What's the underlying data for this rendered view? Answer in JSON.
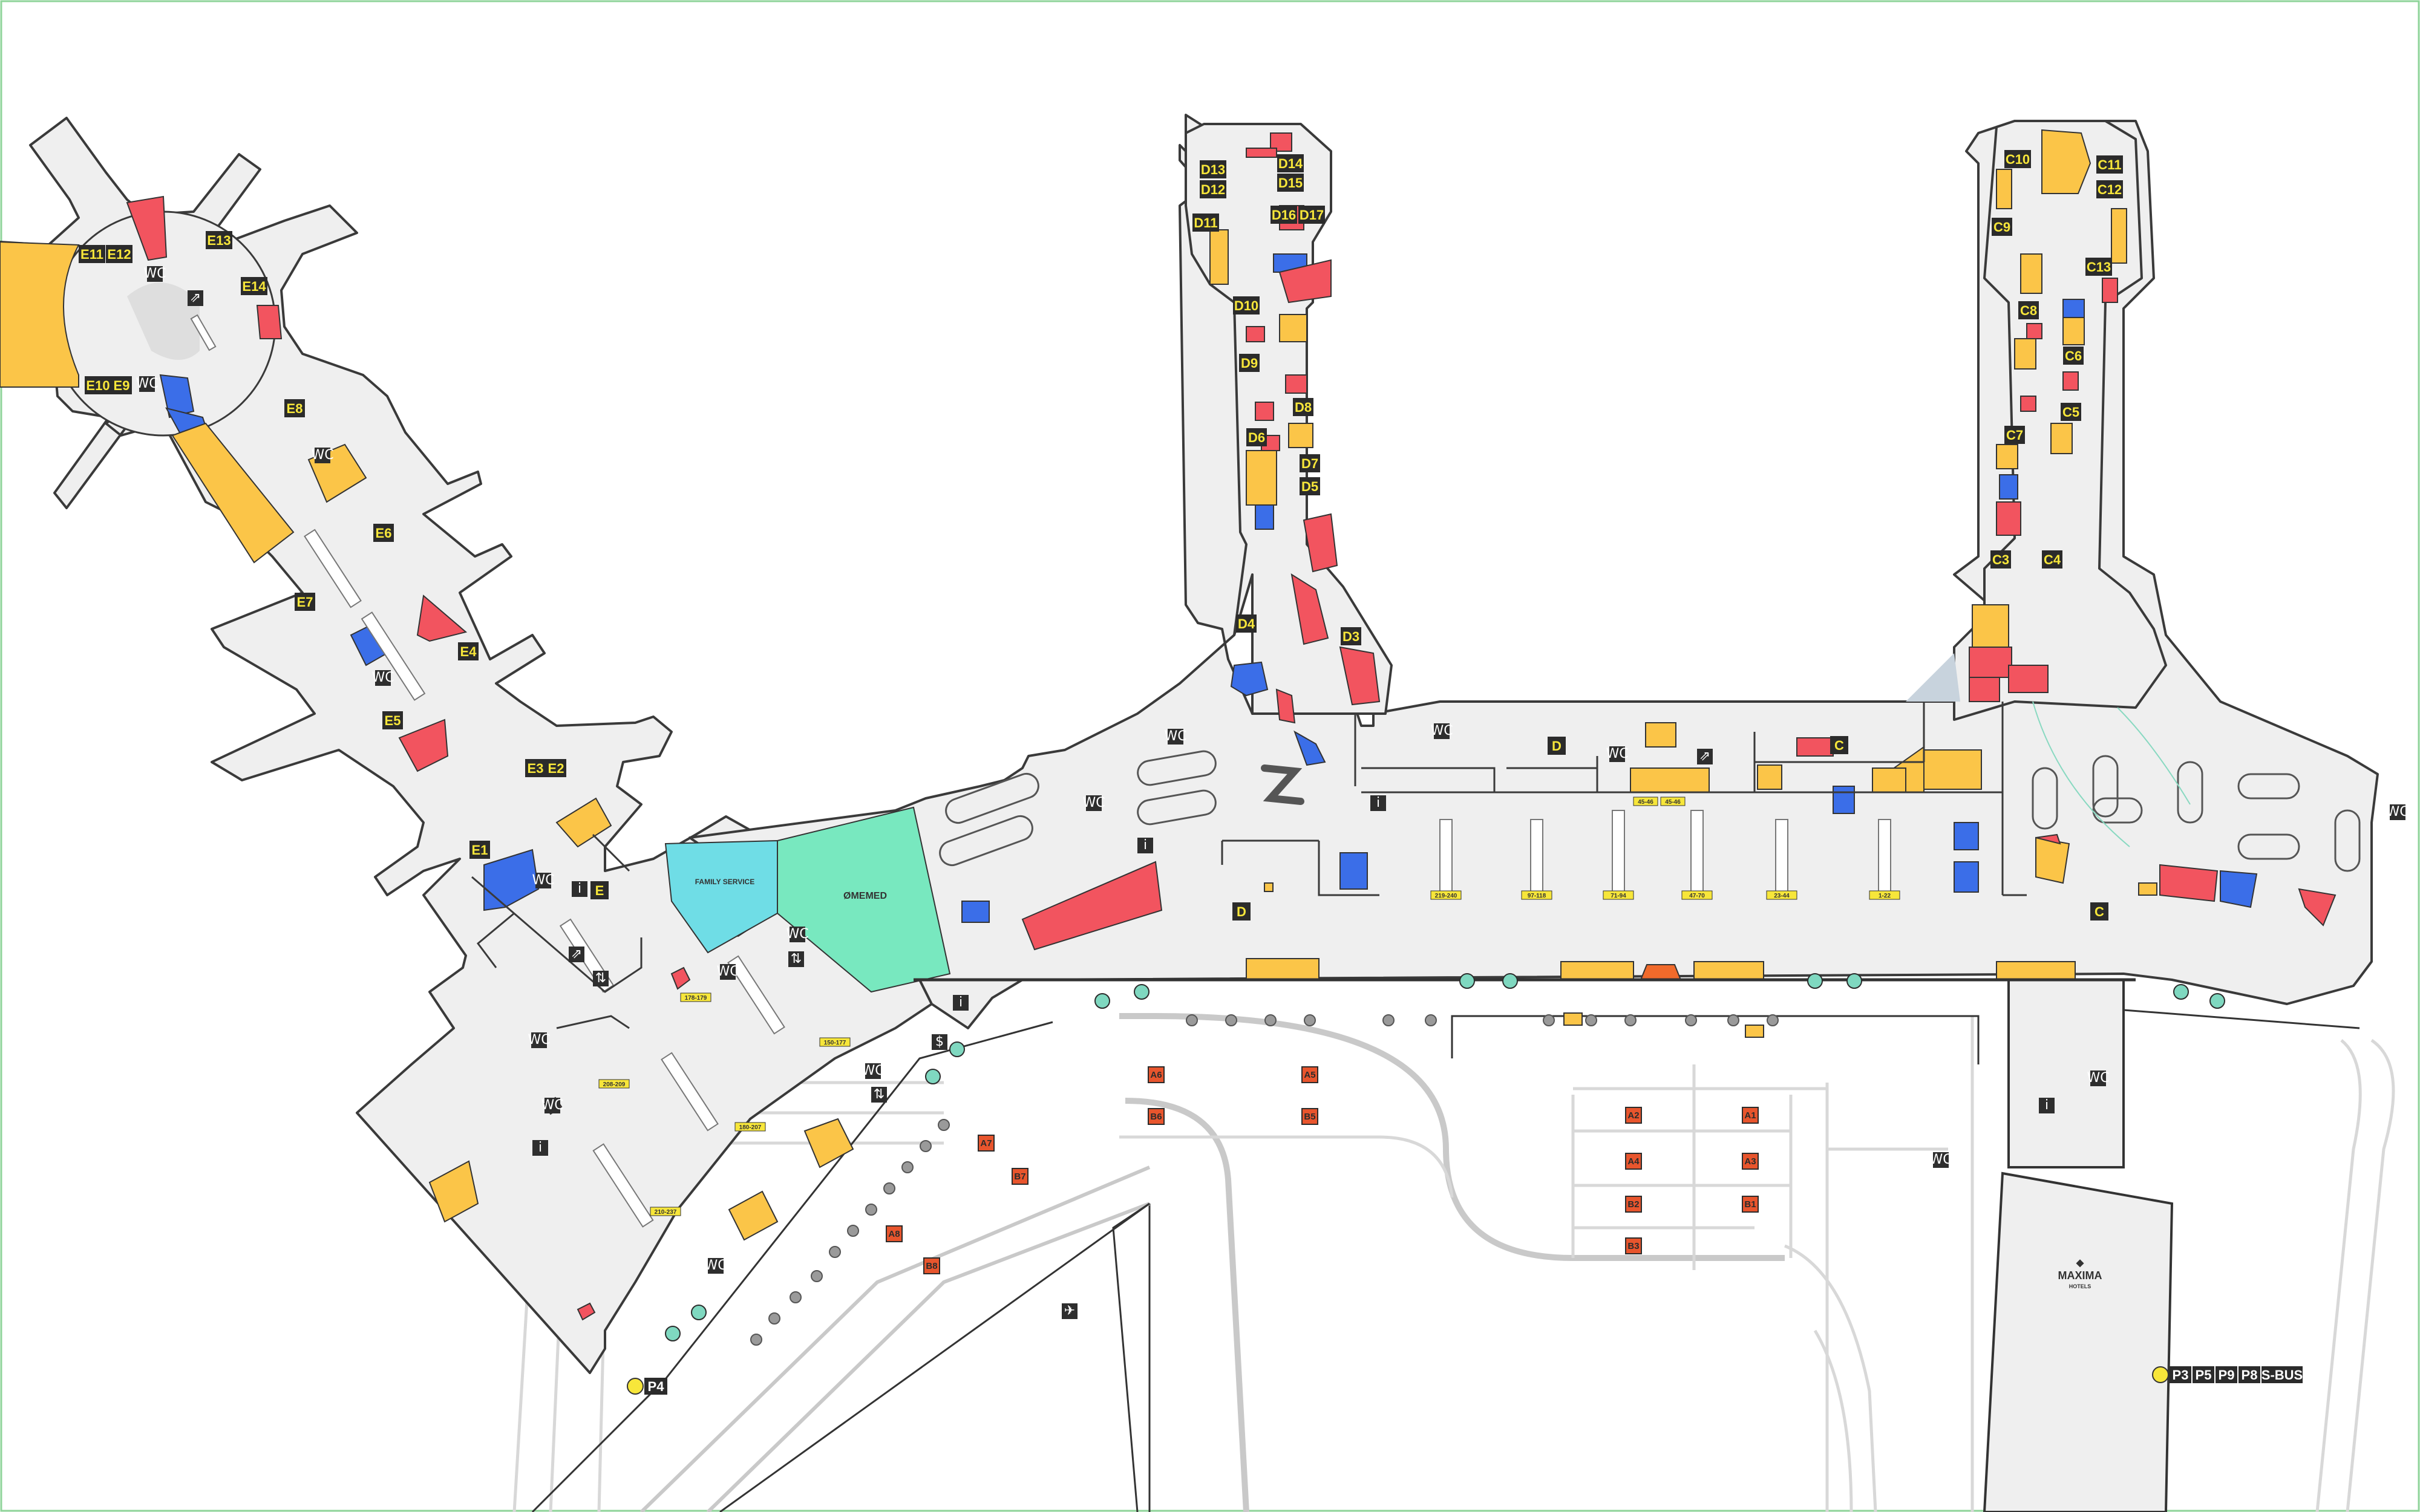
{
  "map": {
    "gates": {
      "E11": "E11",
      "E12": "E12",
      "E13": "E13",
      "E14": "E14",
      "E10": "E10",
      "E9": "E9",
      "E8": "E8",
      "E7": "E7",
      "E6": "E6",
      "E5": "E5",
      "E4": "E4",
      "E3": "E3",
      "E2": "E2",
      "E1": "E1",
      "E": "E",
      "D13": "D13",
      "D14": "D14",
      "D12": "D12",
      "D15": "D15",
      "D11": "D11",
      "D16": "D16",
      "D17": "D17",
      "D10": "D10",
      "D9": "D9",
      "D8": "D8",
      "D6": "D6",
      "D7": "D7",
      "D5": "D5",
      "D4": "D4",
      "D3": "D3",
      "D": "D",
      "D_lower": "D",
      "C10": "C10",
      "C11": "C11",
      "C12": "C12",
      "C9": "C9",
      "C13": "C13",
      "C8": "C8",
      "C6": "C6",
      "C5": "C5",
      "C7": "C7",
      "C3": "C3",
      "C4": "C4",
      "C": "C",
      "C_lower": "C"
    },
    "areas": {
      "family_service": "FAMILY SERVICE",
      "omemed": "ØMEMED"
    },
    "counters": [
      "219-240",
      "97-118",
      "71-94",
      "47-70",
      "23-44",
      "1-22",
      "45-46",
      "45-46",
      "178-179",
      "150-177",
      "208-209",
      "180-207",
      "210-237"
    ],
    "stands": [
      "A6",
      "A5",
      "B6",
      "B5",
      "A7",
      "B7",
      "A8",
      "B8",
      "A2",
      "A1",
      "A4",
      "A3",
      "B2",
      "B1",
      "B3"
    ],
    "parking": {
      "left_label": "P4",
      "right_labels": [
        "P3",
        "P5",
        "P9",
        "P8",
        "S-BUS"
      ]
    },
    "hotel": {
      "name": "MAXIMA",
      "sub": "HOTELS"
    },
    "colors": {
      "floor": "#efefef",
      "shop_yellow": "#fbc548",
      "shop_red": "#f2545f",
      "shop_blue": "#3b6ee8",
      "family_service": "#6fdde6",
      "omemed": "#78e8bf",
      "gate_label": "#f7e63a",
      "stand": "#e8552d"
    }
  }
}
